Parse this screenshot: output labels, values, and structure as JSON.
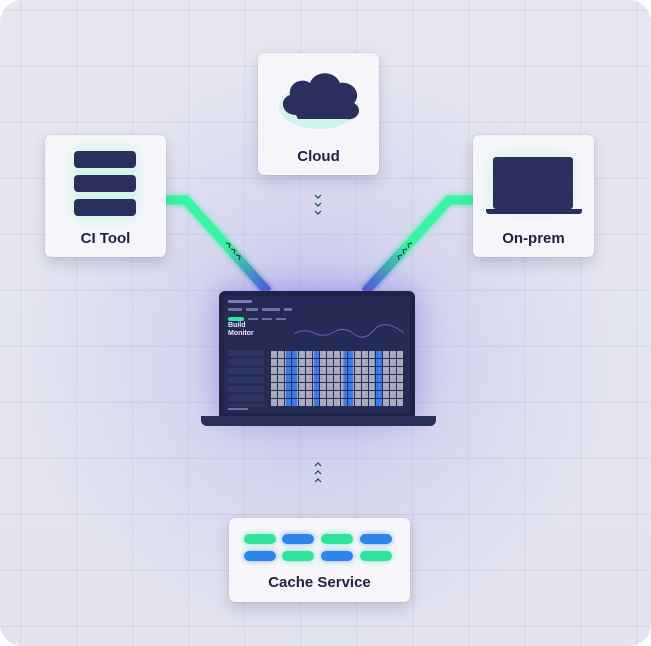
{
  "nodes": {
    "ci_tool": {
      "label": "CI Tool"
    },
    "cloud": {
      "label": "Cloud"
    },
    "on_prem": {
      "label": "On-prem"
    },
    "cache_service": {
      "label": "Cache Service"
    }
  },
  "center": {
    "app_title": "Build Monitor"
  },
  "colors": {
    "connector_green": "#34f0a0",
    "connector_blue": "#3a6cf0",
    "icon_navy": "#2a2f5e",
    "cache_green": "#2fe39a",
    "cache_blue": "#2f86ea"
  }
}
